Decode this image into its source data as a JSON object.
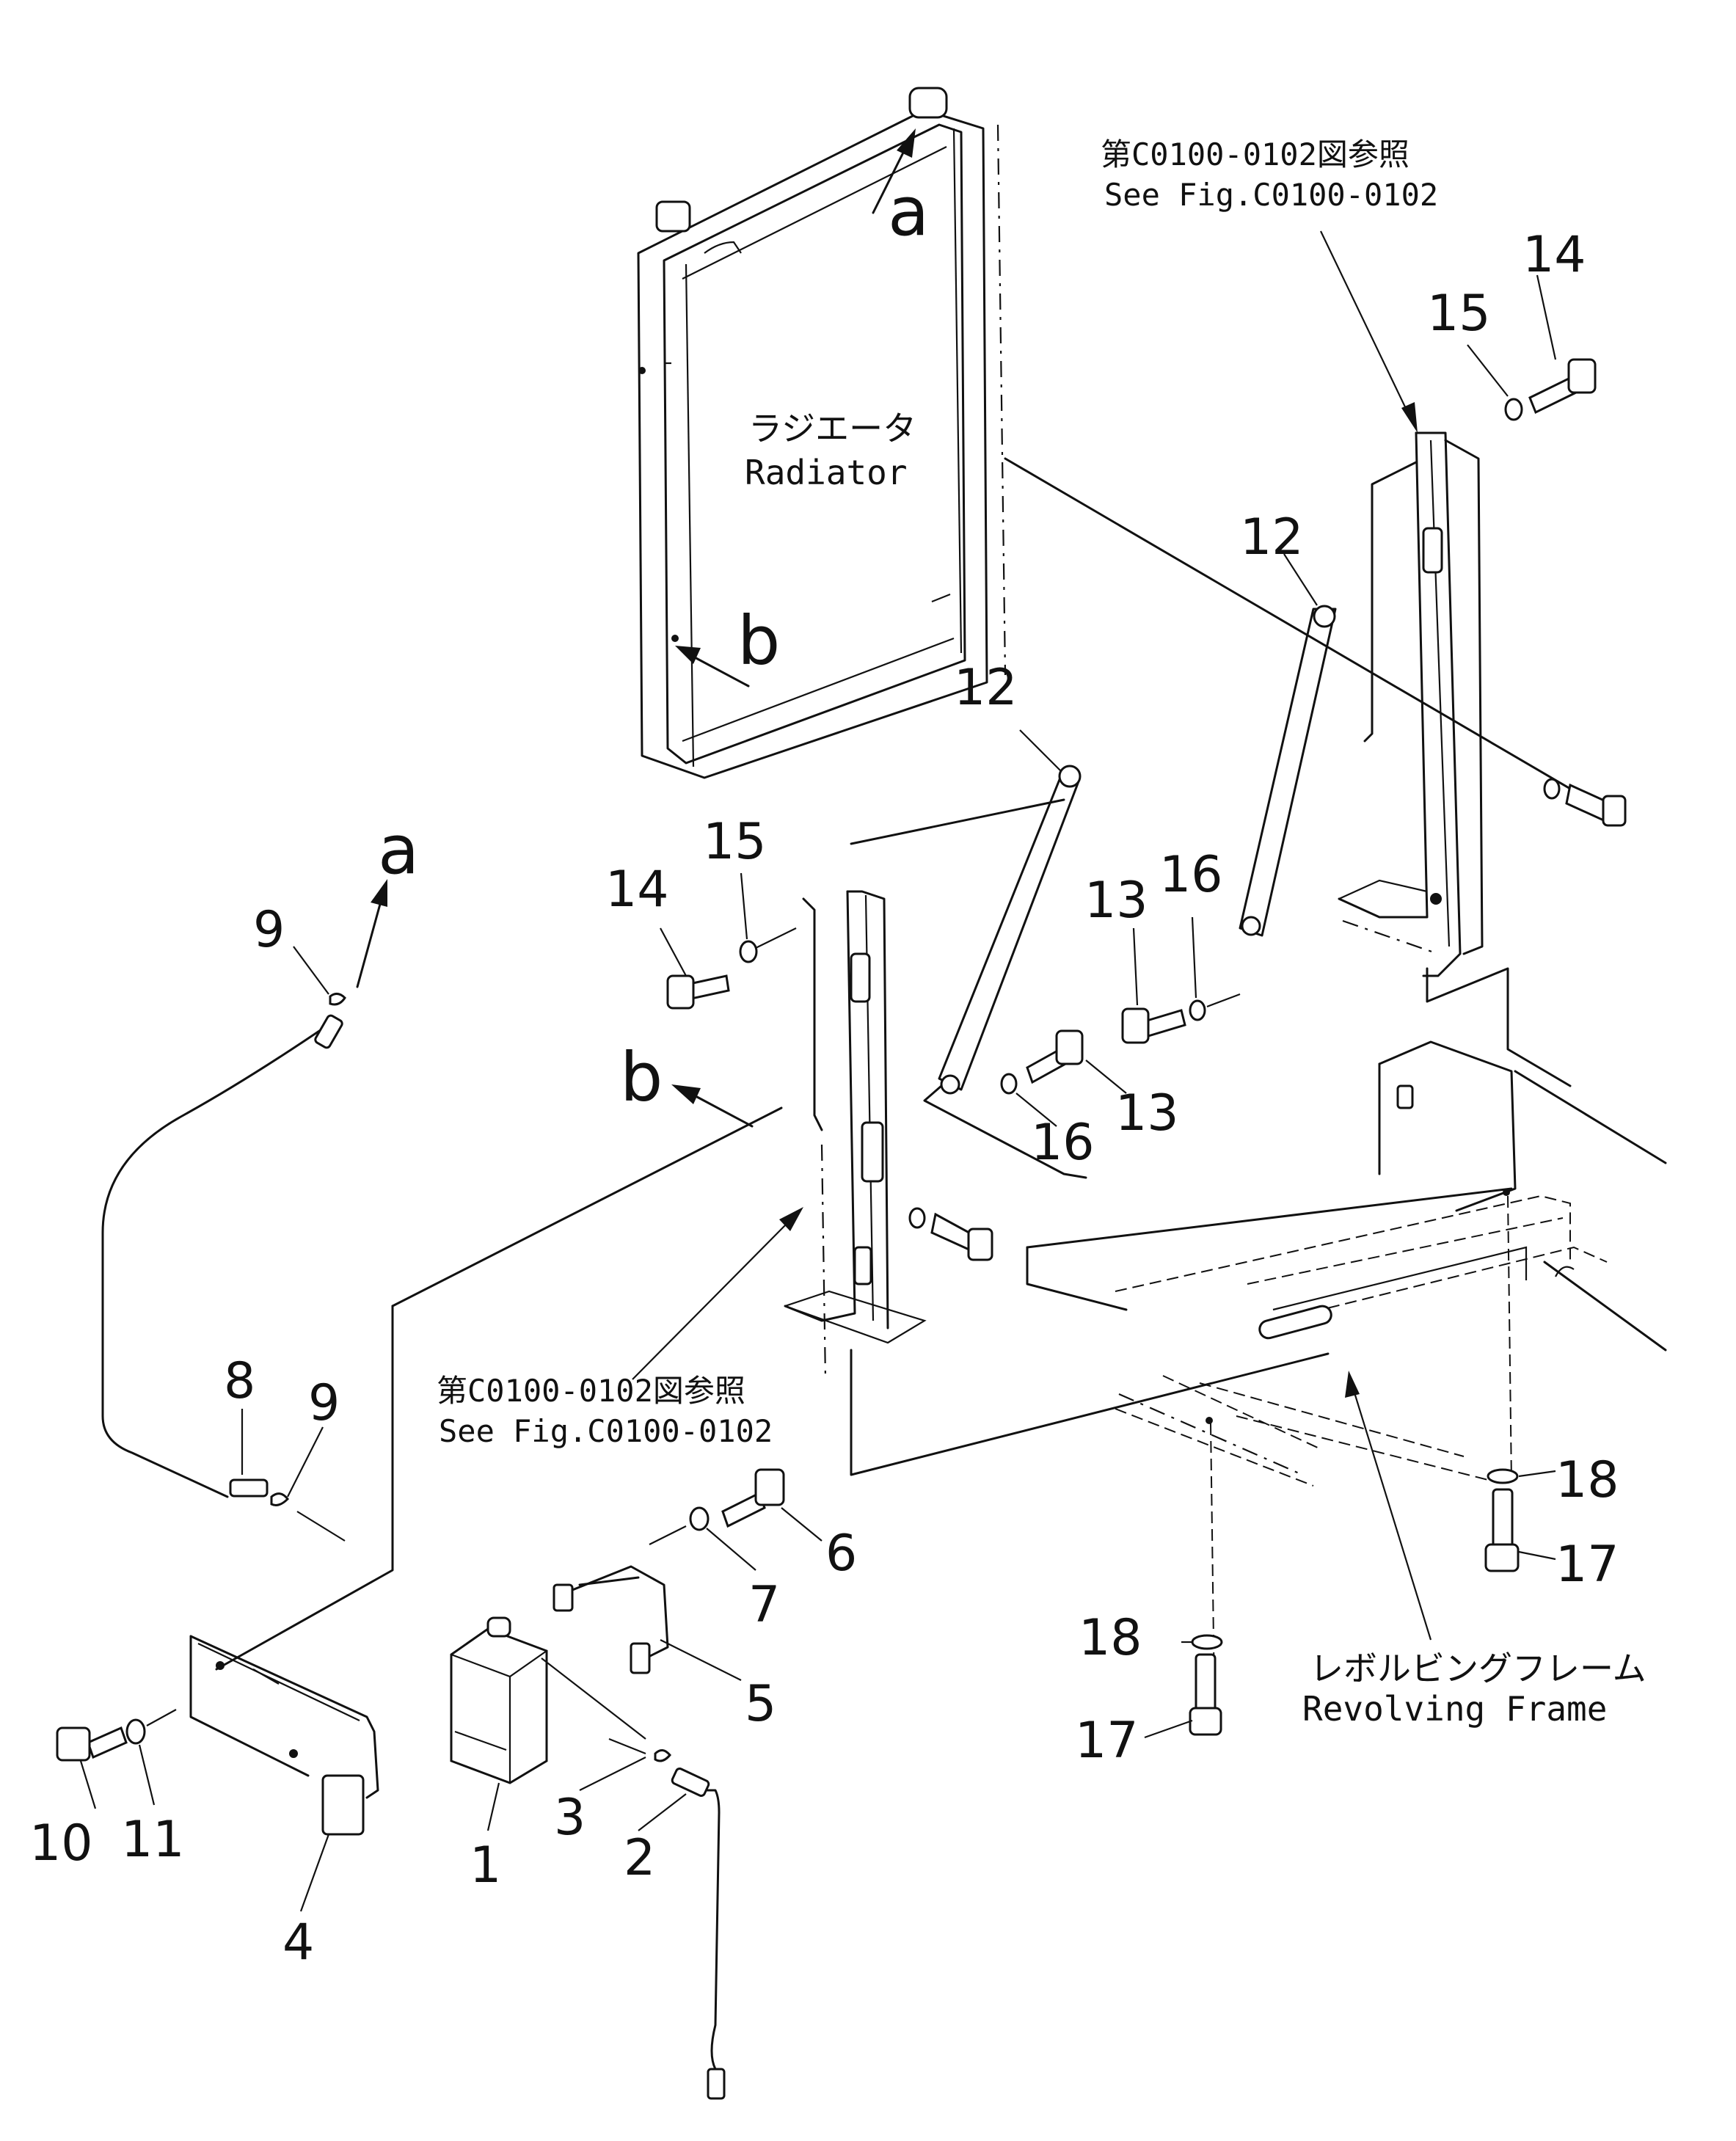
{
  "reference": {
    "top_jp": "第C0100-0102図参照",
    "top_en": "See Fig.C0100-0102",
    "bottom_jp": "第C0100-0102図参照",
    "bottom_en": "See Fig.C0100-0102"
  },
  "radiator": {
    "jp": "ラジエータ",
    "en": "Radiator"
  },
  "frame": {
    "jp": "レボルビングフレーム",
    "en": "Revolving Frame"
  },
  "connectors": {
    "a": "a",
    "b": "b"
  },
  "callouts": [
    {
      "id": "n1",
      "label": "1"
    },
    {
      "id": "n2",
      "label": "2"
    },
    {
      "id": "n3",
      "label": "3"
    },
    {
      "id": "n4",
      "label": "4"
    },
    {
      "id": "n5",
      "label": "5"
    },
    {
      "id": "n6",
      "label": "6"
    },
    {
      "id": "n7",
      "label": "7"
    },
    {
      "id": "n8",
      "label": "8"
    },
    {
      "id": "n9a",
      "label": "9"
    },
    {
      "id": "n9b",
      "label": "9"
    },
    {
      "id": "n10",
      "label": "10"
    },
    {
      "id": "n11",
      "label": "11"
    },
    {
      "id": "n12a",
      "label": "12"
    },
    {
      "id": "n12b",
      "label": "12"
    },
    {
      "id": "n13a",
      "label": "13"
    },
    {
      "id": "n13b",
      "label": "13"
    },
    {
      "id": "n14a",
      "label": "14"
    },
    {
      "id": "n14b",
      "label": "14"
    },
    {
      "id": "n15a",
      "label": "15"
    },
    {
      "id": "n15b",
      "label": "15"
    },
    {
      "id": "n16a",
      "label": "16"
    },
    {
      "id": "n16b",
      "label": "16"
    },
    {
      "id": "n17a",
      "label": "17"
    },
    {
      "id": "n17b",
      "label": "17"
    },
    {
      "id": "n18a",
      "label": "18"
    },
    {
      "id": "n18b",
      "label": "18"
    }
  ]
}
